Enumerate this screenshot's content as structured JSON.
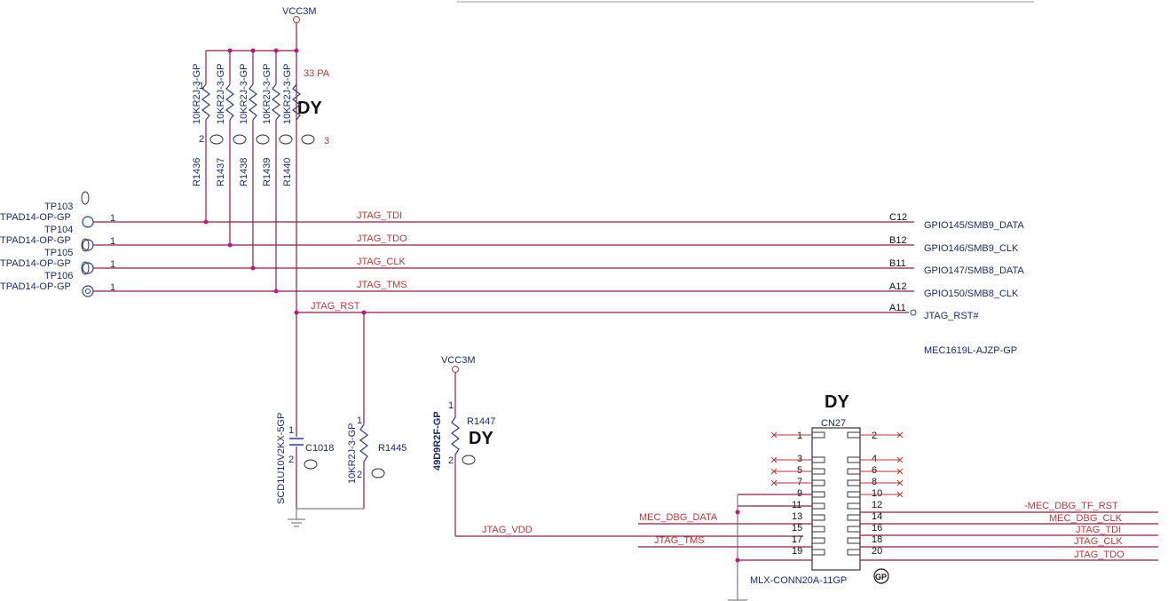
{
  "power": {
    "top": "VCC3M",
    "mid": "VCC3M"
  },
  "dy_marks": [
    "DY",
    "DY",
    "DY"
  ],
  "top_note": "33  PA",
  "top_note2": "3",
  "pullups": [
    {
      "ref": "R1436",
      "part": "10KR2J-3-GP",
      "pin1": "1",
      "pin2": "2"
    },
    {
      "ref": "R1437",
      "part": "10KR2J-3-GP"
    },
    {
      "ref": "R1438",
      "part": "10KR2J-3-GP"
    },
    {
      "ref": "R1439",
      "part": "10KR2J-3-GP"
    },
    {
      "ref": "R1440",
      "part": "10KR2J-3-GP"
    }
  ],
  "testpoints": [
    {
      "ref": "TP103",
      "part": "TPAD14-OP-GP",
      "pin": "1"
    },
    {
      "ref": "TP104",
      "part": "TPAD14-OP-GP",
      "pin": "1"
    },
    {
      "ref": "TP105",
      "part": "TPAD14-OP-GP",
      "pin": "1"
    },
    {
      "ref": "TP106",
      "part": "TPAD14-OP-GP",
      "pin": "1"
    }
  ],
  "nets": [
    "JTAG_TDI",
    "JTAG_TDO",
    "JTAG_CLK",
    "JTAG_TMS",
    "JTAG_RST"
  ],
  "mcu": {
    "part": "MEC1619L-AJZP-GP",
    "pins": [
      {
        "num": "C12",
        "name": "GPIO145/SMB9_DATA"
      },
      {
        "num": "B12",
        "name": "GPIO146/SMB9_CLK"
      },
      {
        "num": "B11",
        "name": "GPIO147/SMB8_DATA"
      },
      {
        "num": "A12",
        "name": "GPIO150/SMB8_CLK"
      },
      {
        "num": "A11",
        "name": "JTAG_RST#"
      }
    ]
  },
  "cap": {
    "ref": "C1018",
    "part": "SCD1U10V2KX-5GP",
    "pin1": "1",
    "pin2": "2"
  },
  "r1445": {
    "ref": "R1445",
    "part": "10KR2J-3-GP",
    "pin1": "1",
    "pin2": "2"
  },
  "r1447": {
    "ref": "R1447",
    "part": "49D9R2F-GP",
    "pin1": "1",
    "pin2": "2"
  },
  "jtag_vdd": "JTAG_VDD",
  "connector": {
    "ref": "CN27",
    "part": "MLX-CONN20A-11GP",
    "left_pins": [
      "1",
      "3",
      "5",
      "7",
      "9",
      "11",
      "13",
      "15",
      "17",
      "19"
    ],
    "right_pins": [
      "2",
      "4",
      "6",
      "8",
      "10",
      "12",
      "14",
      "16",
      "18",
      "20"
    ],
    "left_nets": {
      "13": "MEC_DBG_DATA",
      "17": "JTAG_TMS"
    },
    "right_nets": {
      "12": "-MEC_DBG_TF_RST",
      "14": "MEC_DBG_CLK",
      "16": "JTAG_TDI",
      "18": "JTAG_CLK",
      "20": "JTAG_TDO"
    }
  },
  "gp_mark": "GP",
  "colors": {
    "wire": "#8b2040",
    "junction": "#c4128c",
    "component": "#2b3f8a",
    "net_label": "#b23a3a"
  }
}
